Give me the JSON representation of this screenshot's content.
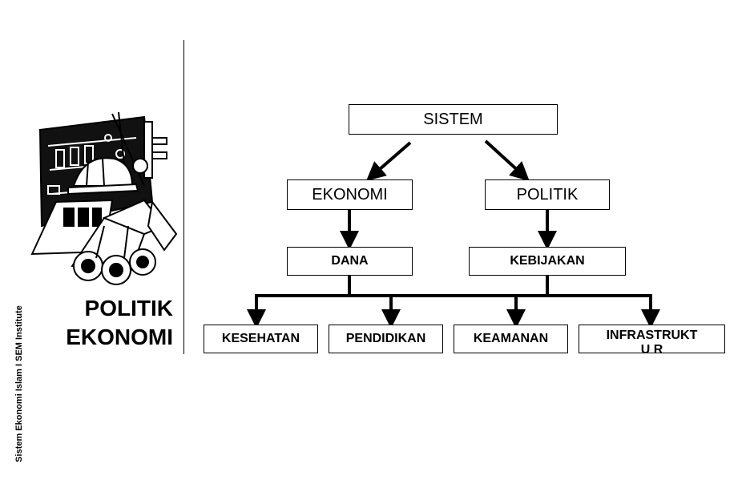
{
  "side_caption": "Sistem Ekonomi Islam I SEM Institute",
  "title": {
    "line1": "POLITIK",
    "line2": "EKONOMI"
  },
  "logo_icon": "engineering-tools-logo-icon",
  "nodes": {
    "sistem": "SISTEM",
    "ekonomi": "EKONOMI",
    "politik": "POLITIK",
    "dana": "DANA",
    "kebijakan": "KEBIJAKAN",
    "kesehatan": "KESEHATAN",
    "pendidikan": "PENDIDIKAN",
    "keamanan": "KEAMANAN",
    "infrastruktur": "INFRASTRUKTU R"
  }
}
